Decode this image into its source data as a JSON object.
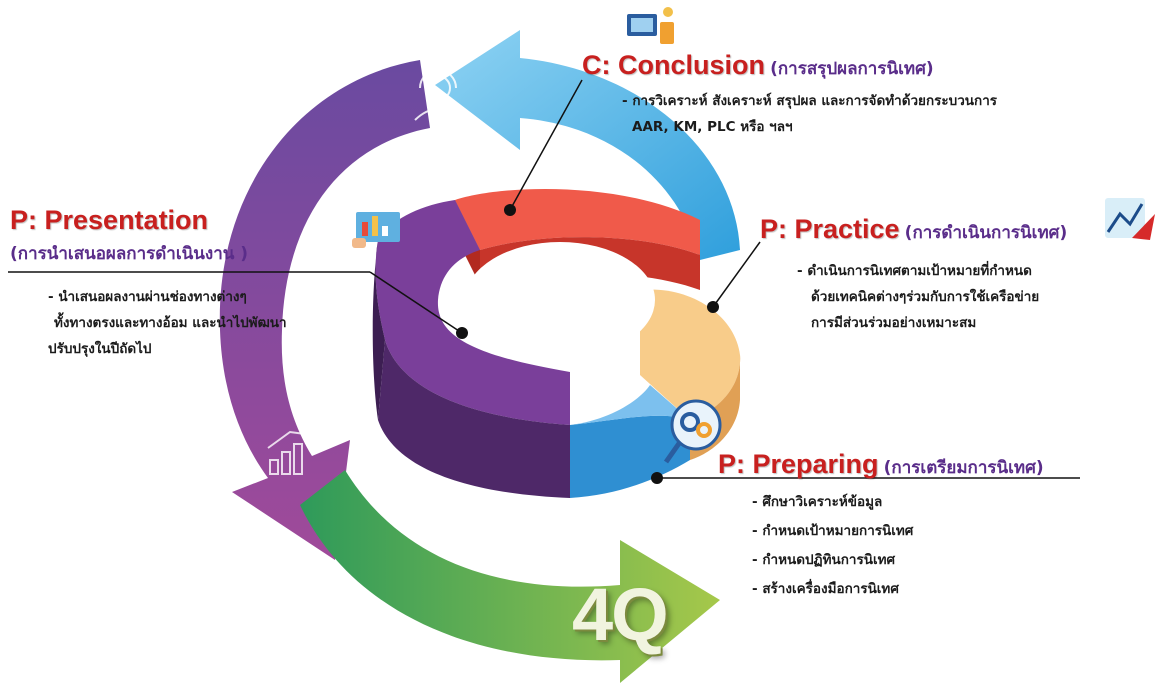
{
  "badge": "4Q",
  "conclusion": {
    "title": "C: Conclusion",
    "thai": "(การสรุปผลการนิเทศ)",
    "items": [
      "การวิเคราะห์ สังเคราะห์ สรุปผล และการจัดทำด้วยกระบวนการ",
      "AAR, KM, PLC หรือ ฯลฯ"
    ]
  },
  "presentation": {
    "title": "P: Presentation",
    "thai": "(การนำเสนอผลการดำเนินงาน )",
    "items": [
      "นำเสนอผลงานผ่านช่องทางต่างๆ",
      "ทั้งทางตรงและทางอ้อม และนำไปพัฒนา",
      "ปรับปรุงในปีถัดไป"
    ]
  },
  "practice": {
    "title": "P: Practice",
    "thai": "(การดำเนินการนิเทศ)",
    "items": [
      "ดำเนินการนิเทศตามเป้าหมายที่กำหนด",
      "ด้วยเทคนิคต่างๆร่วมกับการใช้เครือข่าย",
      "การมีส่วนร่วมอย่างเหมาะสม"
    ]
  },
  "preparing": {
    "title": "P: Preparing",
    "thai": "(การเตรียมการนิเทศ)",
    "items": [
      "ศึกษาวิเคราะห์ข้อมูล",
      "กำหนดเป้าหมายการนิเทศ",
      "กำหนดปฏิทินการนิเทศ",
      "สร้างเครื่องมือการนิเทศ"
    ]
  },
  "colors": {
    "conclusion_segment": "#e8483a",
    "practice_segment": "#f6c27c",
    "preparing_segment": "#2f8fd2",
    "presentation_segment": "#7a3f9a",
    "arrow_blue": "#6cc0ea",
    "arrow_purple": "#7a4aa3",
    "arrow_green": "#6fbf4e",
    "title_red": "#c8201f",
    "thai_purple": "#5a2d8a"
  },
  "icons": [
    "monitor-gear-icon",
    "support-agent-icon",
    "presentation-board-icon",
    "growth-chart-icon",
    "gears-magnifier-icon",
    "bar-chart-icon"
  ]
}
